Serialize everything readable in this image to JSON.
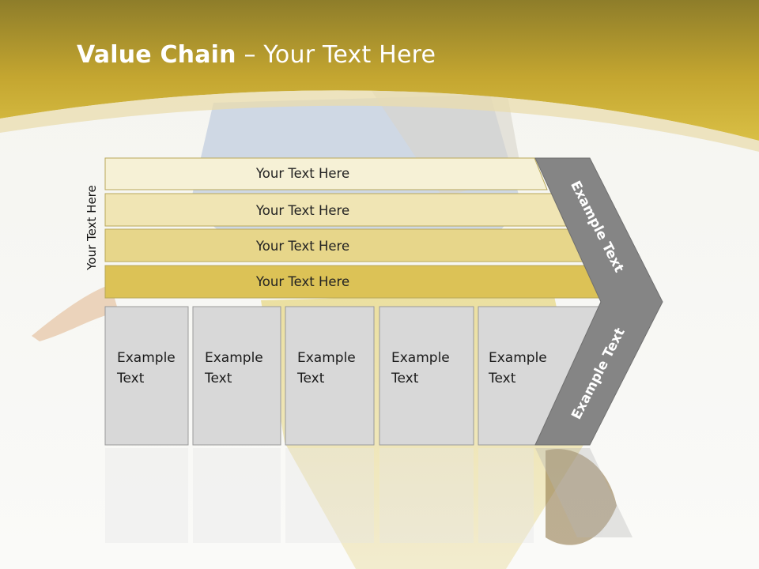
{
  "slide": {
    "title_bold": "Value Chain",
    "title_rest": " – Your Text Here"
  },
  "rows": [
    {
      "label": "Your Text Here",
      "color": "#f6f1d6"
    },
    {
      "label": "Your Text Here",
      "color": "#f0e5b4"
    },
    {
      "label": "Your Text Here",
      "color": "#e7d68a"
    },
    {
      "label": "Your Text Here",
      "color": "#dcc256"
    }
  ],
  "side_label": "Your Text Here",
  "boxes": [
    {
      "line1": "Example",
      "line2": "Text"
    },
    {
      "line1": "Example",
      "line2": "Text"
    },
    {
      "line1": "Example",
      "line2": "Text"
    },
    {
      "line1": "Example",
      "line2": "Text"
    },
    {
      "line1": "Example",
      "line2": "Text"
    }
  ],
  "arrow": {
    "top_label": "Example Text",
    "bottom_label": "Example Text",
    "color": "#858585"
  },
  "colors": {
    "header_gold": "#c9ab2a",
    "box_gray": "#d8d8d8"
  }
}
